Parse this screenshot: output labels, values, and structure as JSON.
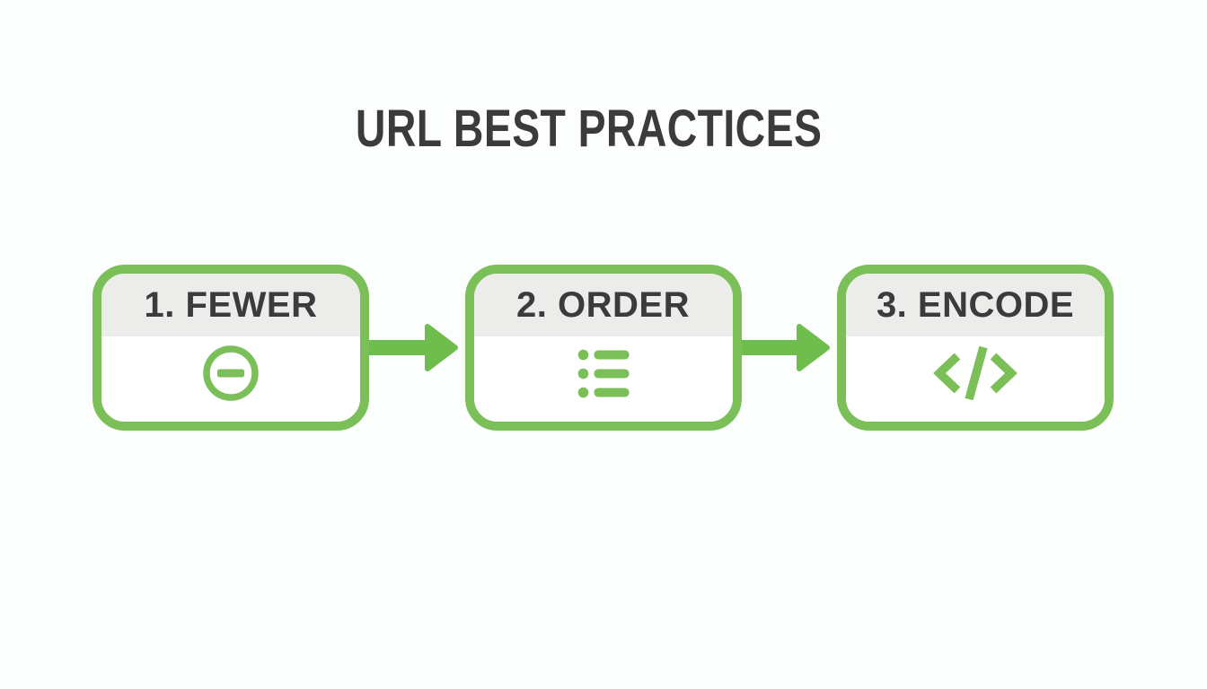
{
  "title": "URL BEST PRACTICES",
  "steps": [
    {
      "label": "1. FEWER",
      "icon": "minus-circle-icon"
    },
    {
      "label": "2. ORDER",
      "icon": "ordered-list-icon"
    },
    {
      "label": "3. ENCODE",
      "icon": "code-icon"
    }
  ],
  "colors": {
    "green": "#7bbf58",
    "arrow_green": "#6fbd4c",
    "header_gray": "#ececea",
    "text_dark": "#3b3b3b",
    "background": "#fcfdfd"
  }
}
